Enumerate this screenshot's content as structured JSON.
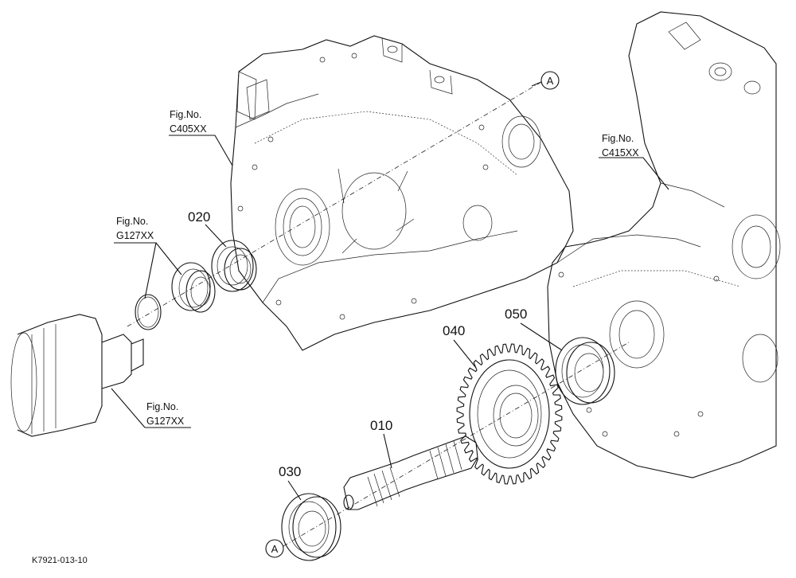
{
  "parts": {
    "p010": "010",
    "p020": "020",
    "p030": "030",
    "p040": "040",
    "p050": "050"
  },
  "refs": {
    "c405": {
      "line1": "Fig.No.",
      "line2": "C405XX"
    },
    "c415": {
      "line1": "Fig.No.",
      "line2": "C415XX"
    },
    "g127_upper": {
      "line1": "Fig.No.",
      "line2": "G127XX"
    },
    "g127_lower": {
      "line1": "Fig.No.",
      "line2": "G127XX"
    }
  },
  "markers": {
    "top": "A",
    "bottom": "A"
  },
  "drawing_code": "K7921-013-10"
}
